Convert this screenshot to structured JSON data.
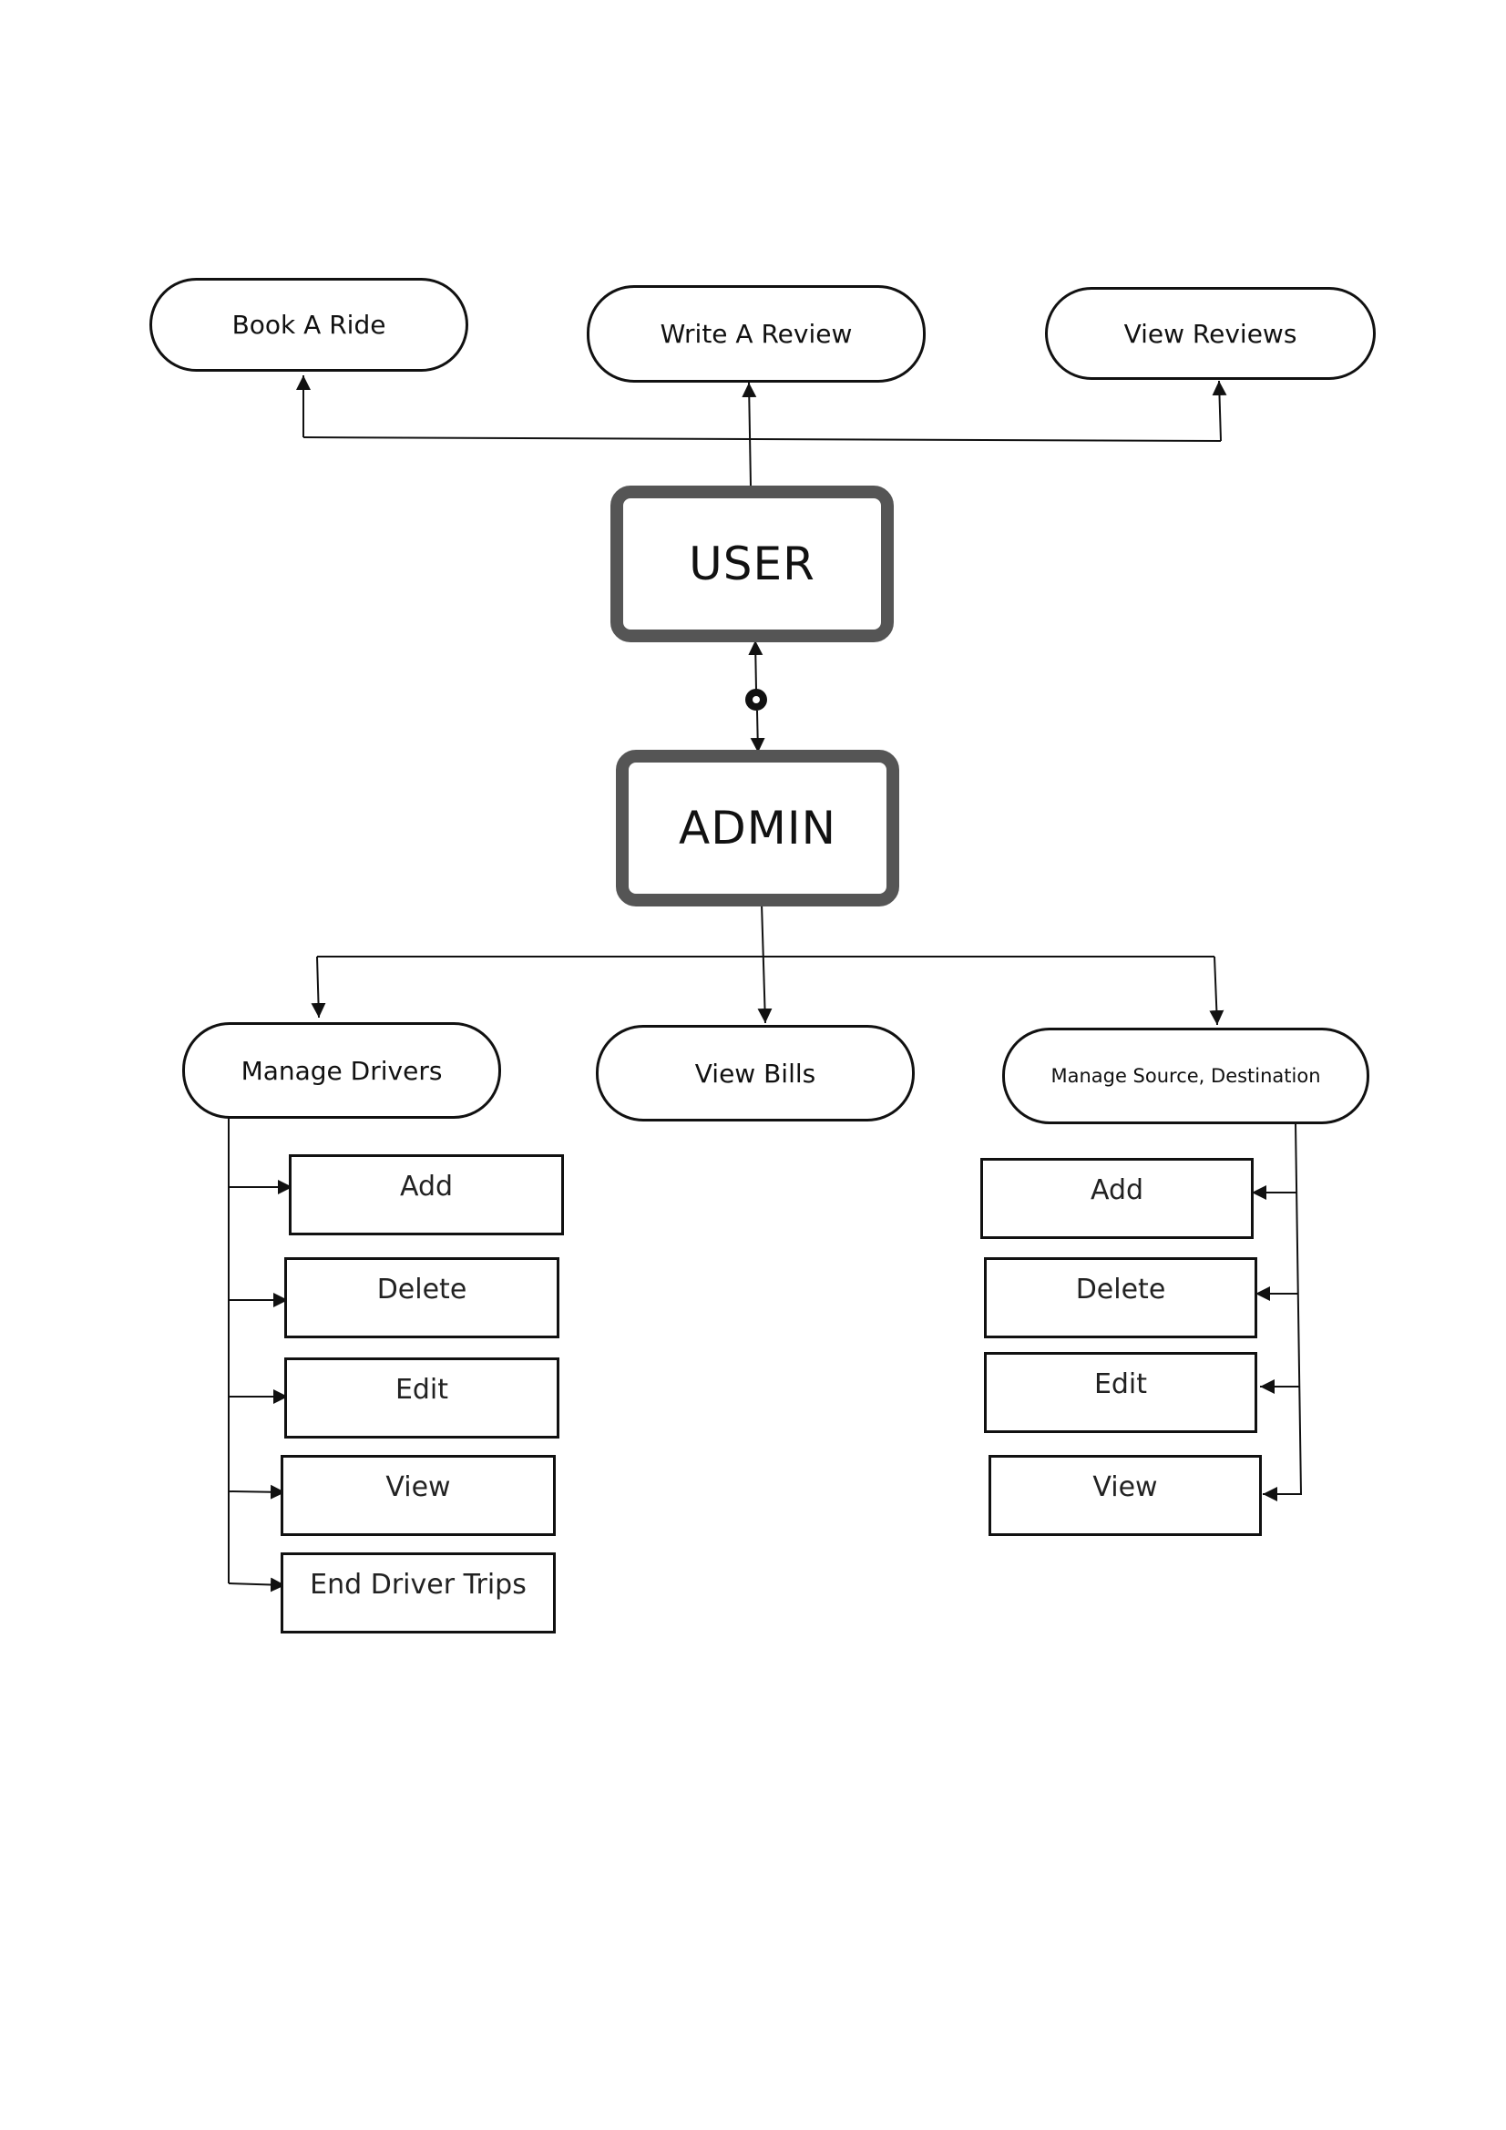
{
  "user": {
    "label": "USER",
    "actions": [
      "Book A Ride",
      "Write A Review",
      "View Reviews"
    ]
  },
  "admin": {
    "label": "ADMIN",
    "actions": [
      "Manage Drivers",
      "View Bills",
      "Manage Source, Destination"
    ]
  },
  "manage_drivers_ops": [
    "Add",
    "Delete",
    "Edit",
    "View",
    "End Driver Trips"
  ],
  "manage_source_destination_ops": [
    "Add",
    "Delete",
    "Edit",
    "View"
  ]
}
